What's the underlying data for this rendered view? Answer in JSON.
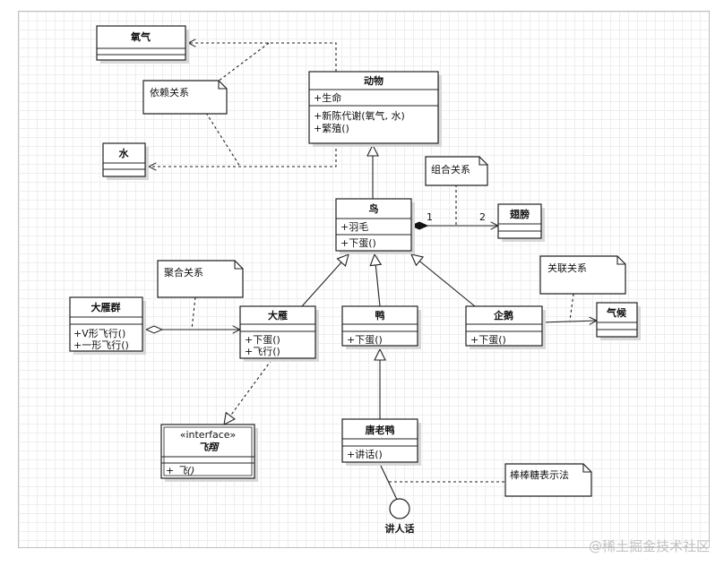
{
  "classes": {
    "oxygen": {
      "name": "氧气"
    },
    "water": {
      "name": "水"
    },
    "animal": {
      "name": "动物",
      "attrs": [
        "+生命"
      ],
      "methods": [
        "+新陈代谢(氧气, 水)",
        "+繁殖()"
      ]
    },
    "bird": {
      "name": "鸟",
      "attrs": [
        "+羽毛"
      ],
      "methods": [
        "+下蛋()"
      ]
    },
    "wing": {
      "name": "翅膀"
    },
    "goose_flock": {
      "name": "大雁群",
      "methods": [
        "+V形飞行()",
        "+一形飞行()"
      ]
    },
    "goose": {
      "name": "大雁",
      "methods": [
        "+下蛋()",
        "+飞行()"
      ]
    },
    "duck": {
      "name": "鸭",
      "methods": [
        "+下蛋()"
      ]
    },
    "penguin": {
      "name": "企鹅",
      "methods": [
        "+下蛋()"
      ]
    },
    "climate": {
      "name": "气候"
    },
    "fly": {
      "stereotype": "«interface»",
      "name": "飞翔",
      "methods": [
        "+ 飞()"
      ]
    },
    "tang_duck": {
      "name": "唐老鸭",
      "methods": [
        "+讲话()"
      ]
    }
  },
  "notes": {
    "dependency": "依赖关系",
    "composition": "组合关系",
    "aggregation": "聚合关系",
    "association": "关联关系",
    "lollipop": "棒棒糖表示法"
  },
  "multiplicity": {
    "bird_end": "1",
    "wing_end": "2"
  },
  "interface_label": "讲人话",
  "watermark": "@稀土掘金技术社区"
}
